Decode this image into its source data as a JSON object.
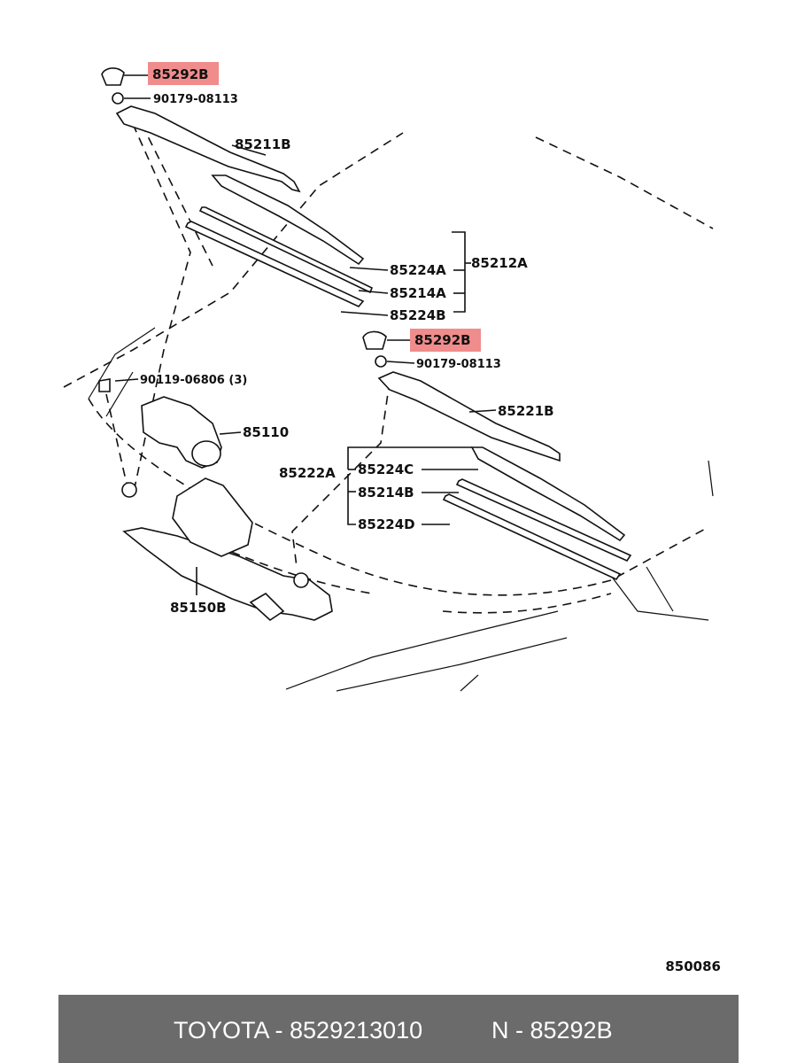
{
  "labels": {
    "cap_top": "85292B",
    "nut_top": "90179-08113",
    "arm_left": "85211B",
    "blade_left_asm": "85212A",
    "left_part_a": "85224A",
    "left_part_b": "85214A",
    "left_part_c": "85224B",
    "cap_right": "85292B",
    "nut_right": "90179-08113",
    "bolt": "90119-06806 (3)",
    "motor": "85110",
    "arm_right": "85221B",
    "blade_right_asm": "85222A",
    "right_part_a": "85224C",
    "right_part_b": "85214B",
    "right_part_c": "85224D",
    "linkage": "85150B"
  },
  "diagram_code": "850086",
  "footer": {
    "brand_part": "TOYOTA - 8529213010",
    "n_part": "N - 85292B"
  },
  "colors": {
    "highlight": "#f08c8c",
    "footer_bg": "#6b6b6b"
  }
}
